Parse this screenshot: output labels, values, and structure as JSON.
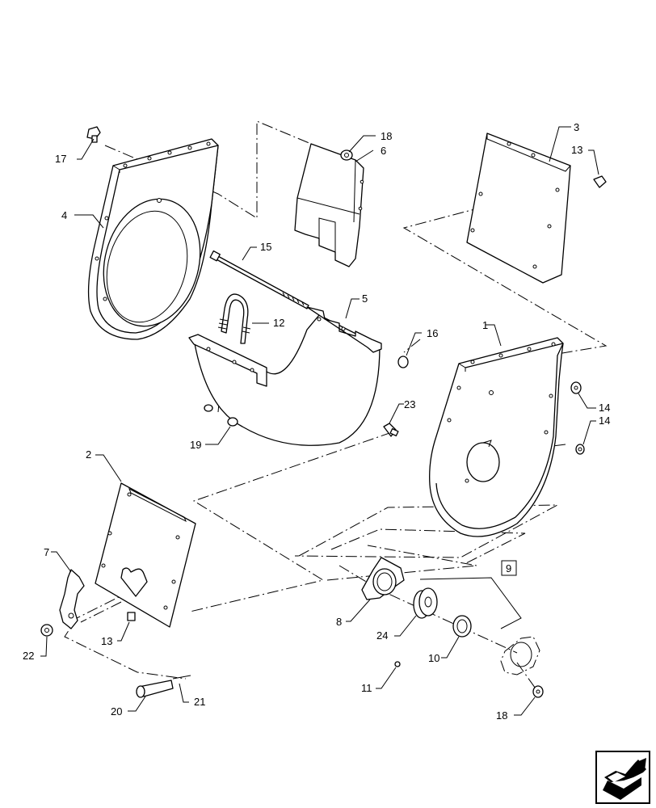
{
  "callouts": [
    {
      "id": "c1",
      "label": "1"
    },
    {
      "id": "c2",
      "label": "2"
    },
    {
      "id": "c3",
      "label": "3"
    },
    {
      "id": "c4",
      "label": "4"
    },
    {
      "id": "c5",
      "label": "5"
    },
    {
      "id": "c6",
      "label": "6"
    },
    {
      "id": "c7",
      "label": "7"
    },
    {
      "id": "c8",
      "label": "8"
    },
    {
      "id": "c9",
      "label": "9"
    },
    {
      "id": "c10",
      "label": "10"
    },
    {
      "id": "c11",
      "label": "11"
    },
    {
      "id": "c12",
      "label": "12"
    },
    {
      "id": "c13a",
      "label": "13"
    },
    {
      "id": "c13b",
      "label": "13"
    },
    {
      "id": "c14a",
      "label": "14"
    },
    {
      "id": "c14b",
      "label": "14"
    },
    {
      "id": "c15",
      "label": "15"
    },
    {
      "id": "c16",
      "label": "16"
    },
    {
      "id": "c17",
      "label": "17"
    },
    {
      "id": "c18a",
      "label": "18"
    },
    {
      "id": "c18b",
      "label": "18"
    },
    {
      "id": "c19",
      "label": "19"
    },
    {
      "id": "c20",
      "label": "20"
    },
    {
      "id": "c21",
      "label": "21"
    },
    {
      "id": "c22",
      "label": "22"
    },
    {
      "id": "c23",
      "label": "23"
    },
    {
      "id": "c24",
      "label": "24"
    }
  ],
  "nav_icon": {
    "name": "next-page-arrow-icon"
  }
}
